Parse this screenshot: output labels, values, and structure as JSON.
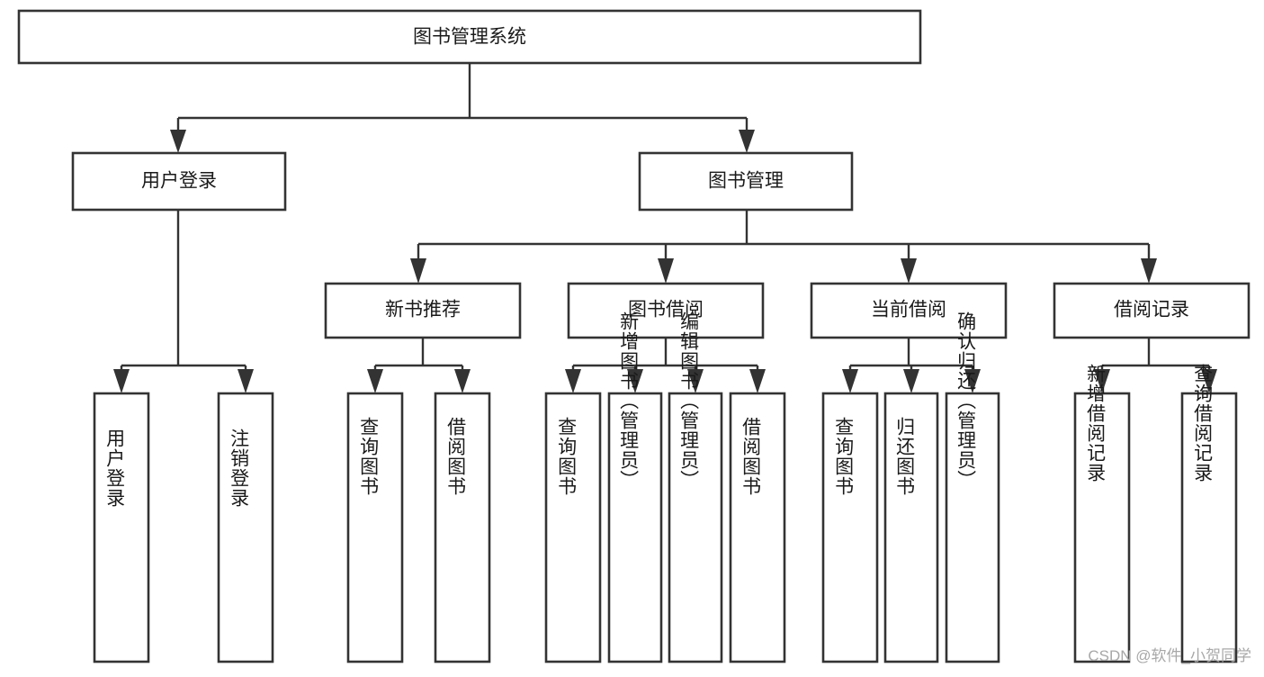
{
  "diagram": {
    "type": "tree",
    "title": "图书管理系统",
    "orientation": "top-down",
    "root": {
      "id": "root",
      "label": "图书管理系统"
    },
    "level2": [
      {
        "id": "user-login",
        "label": "用户登录"
      },
      {
        "id": "book-manage",
        "label": "图书管理"
      }
    ],
    "level3": [
      {
        "id": "new-book-recommend",
        "label": "新书推荐",
        "parent": "book-manage"
      },
      {
        "id": "book-borrow",
        "label": "图书借阅",
        "parent": "book-manage"
      },
      {
        "id": "current-borrow",
        "label": "当前借阅",
        "parent": "book-manage"
      },
      {
        "id": "borrow-record",
        "label": "借阅记录",
        "parent": "book-manage"
      }
    ],
    "leaves": {
      "user-login": [
        {
          "id": "leaf-user-login",
          "label": "用户登录"
        },
        {
          "id": "leaf-user-logout",
          "label": "注销登录"
        }
      ],
      "new-book-recommend": [
        {
          "id": "leaf-query-book-1",
          "label": "查询图书"
        },
        {
          "id": "leaf-borrow-book-1",
          "label": "借阅图书"
        }
      ],
      "book-borrow": [
        {
          "id": "leaf-query-book-2",
          "label": "查询图书"
        },
        {
          "id": "leaf-add-book",
          "label": "新增图书（管理员）"
        },
        {
          "id": "leaf-edit-book",
          "label": "编辑图书（管理员）"
        },
        {
          "id": "leaf-borrow-book-2",
          "label": "借阅图书"
        }
      ],
      "current-borrow": [
        {
          "id": "leaf-query-book-3",
          "label": "查询图书"
        },
        {
          "id": "leaf-return-book",
          "label": "归还图书"
        },
        {
          "id": "leaf-confirm-return",
          "label": "确认归还（管理员）"
        }
      ],
      "borrow-record": [
        {
          "id": "leaf-add-record",
          "label": "新增借阅记录"
        },
        {
          "id": "leaf-query-record",
          "label": "查询借阅记录"
        }
      ]
    }
  },
  "watermark": {
    "text": "CSDN @软件_小贺同学"
  },
  "colors": {
    "box_stroke": "#333333",
    "box_fill": "#ffffff",
    "text": "#1a1a1a",
    "watermark": "#a8a8a8",
    "background": "#ffffff"
  }
}
